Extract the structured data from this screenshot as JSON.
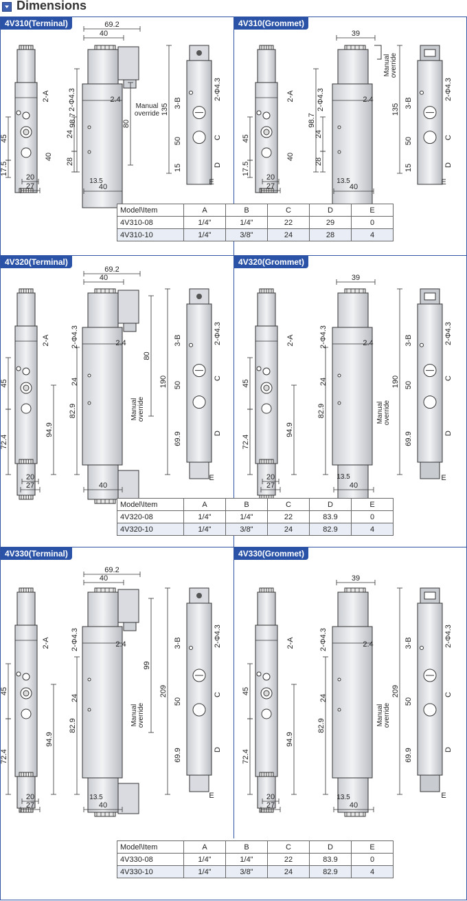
{
  "header": {
    "title": "Dimensions"
  },
  "sections": [
    {
      "label": "4V310(Terminal)"
    },
    {
      "label": "4V310(Grommet)"
    },
    {
      "label": "4V320(Terminal)"
    },
    {
      "label": "4V320(Grommet)"
    },
    {
      "label": "4V330(Terminal)"
    },
    {
      "label": "4V330(Grommet)"
    }
  ],
  "dims": {
    "d692": "69.2",
    "d40": "40",
    "d39": "39",
    "d24_": "2.4",
    "d135": "135",
    "d190": "190",
    "d209": "209",
    "d45": "45",
    "d175": "17.5",
    "d20": "20",
    "d27": "27",
    "d987": "98.7",
    "d24": "24",
    "d28": "28",
    "d80": "80",
    "d99": "99",
    "d50": "50",
    "d15": "15",
    "d135b": "13.5",
    "d724": "72.4",
    "d949": "94.9",
    "d829": "82.9",
    "d699": "69.9",
    "twoA": "2-A",
    "threeB": "3-B",
    "twoPhi": "2-Φ4.3",
    "C": "C",
    "D": "D",
    "E": "E",
    "manual": "Manual",
    "override": "override"
  },
  "tables": [
    {
      "header": [
        "Model\\Item",
        "A",
        "B",
        "C",
        "D",
        "E"
      ],
      "rows": [
        [
          "4V310-08",
          "1/4\"",
          "1/4\"",
          "22",
          "29",
          "0"
        ],
        [
          "4V310-10",
          "1/4\"",
          "3/8\"",
          "24",
          "28",
          "4"
        ]
      ]
    },
    {
      "header": [
        "Model\\Item",
        "A",
        "B",
        "C",
        "D",
        "E"
      ],
      "rows": [
        [
          "4V320-08",
          "1/4\"",
          "1/4\"",
          "22",
          "83.9",
          "0"
        ],
        [
          "4V320-10",
          "1/4\"",
          "3/8\"",
          "24",
          "82.9",
          "4"
        ]
      ]
    },
    {
      "header": [
        "Model\\Item",
        "A",
        "B",
        "C",
        "D",
        "E"
      ],
      "rows": [
        [
          "4V330-08",
          "1/4\"",
          "1/4\"",
          "22",
          "83.9",
          "0"
        ],
        [
          "4V330-10",
          "1/4\"",
          "3/8\"",
          "24",
          "82.9",
          "4"
        ]
      ]
    }
  ]
}
